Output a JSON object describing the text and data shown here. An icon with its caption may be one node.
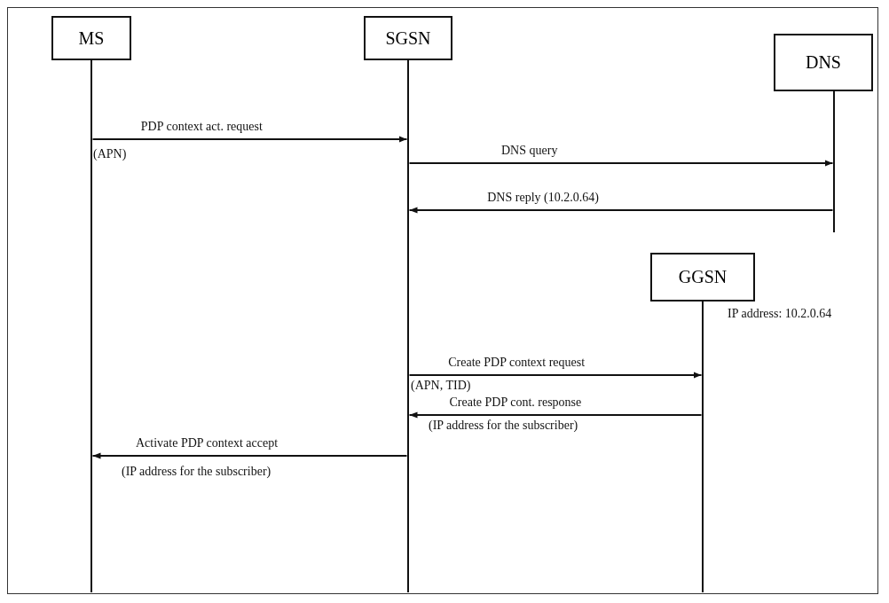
{
  "diagram": {
    "nodes": [
      {
        "text": [
          "MS"
        ]
      },
      {
        "text": [
          "SGSN"
        ]
      },
      {
        "text": [
          "DNS"
        ]
      },
      {
        "text": [
          "GGSN"
        ],
        "beside": [
          "IP address: 10.2.0.64"
        ]
      }
    ],
    "edges": [
      {
        "from": 0,
        "to": 1,
        "arrow": "to",
        "label": "PDP context act. request"
      },
      {
        "from": 1,
        "to": 2,
        "arrow": "to",
        "label": "DNS query"
      },
      {
        "from": 2,
        "to": 1,
        "arrow": "to",
        "label": "DNS reply (10.2.0.64)"
      },
      {
        "from": 1,
        "to": 3,
        "arrow": "to",
        "label": "Create PDP context request"
      },
      {
        "from": 3,
        "to": 1,
        "arrow": "to",
        "label": "Create PDP cont. response"
      },
      {
        "from": 1,
        "to": 0,
        "arrow": "to",
        "label": "Activate PDP context accept"
      }
    ],
    "labels": [
      "(APN)",
      "(APN, TID)",
      "(IP address for the subscriber)",
      "(IP address for the subscriber)"
    ]
  }
}
